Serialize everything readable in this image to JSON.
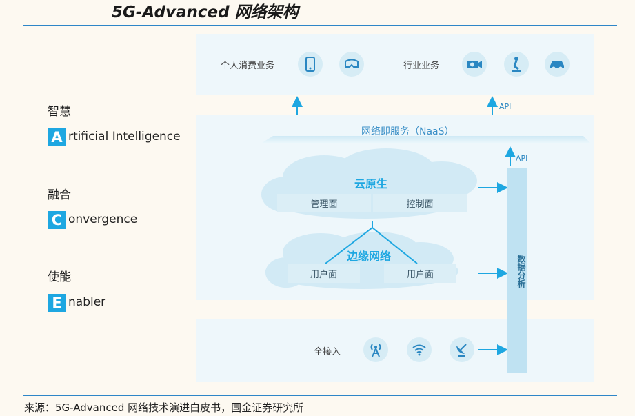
{
  "title": "5G-Advanced 网络架构",
  "pillars": [
    {
      "cn": "智慧",
      "letter": "A",
      "rest": "rtificial Intelligence"
    },
    {
      "cn": "融合",
      "letter": "C",
      "rest": "onvergence"
    },
    {
      "cn": "使能",
      "letter": "E",
      "rest": "nabler"
    }
  ],
  "services": {
    "consumer_label": "个人消费业务",
    "consumer_icons": [
      "phone-icon",
      "vr-headset-icon"
    ],
    "industry_label": "行业业务",
    "industry_icons": [
      "camera-icon",
      "robot-arm-icon",
      "car-icon"
    ]
  },
  "api_label": "API",
  "naas_label": "网络即服务（NaaS）",
  "cloud_native": {
    "title": "云原生",
    "cells": [
      "管理面",
      "控制面"
    ]
  },
  "edge_network": {
    "title": "边缘网络",
    "cells": [
      "用户面",
      "用户面"
    ]
  },
  "data_analysis": "数据分析",
  "access": {
    "label": "全接入",
    "icons": [
      "antenna-tower-icon",
      "wifi-icon",
      "satellite-dish-icon"
    ]
  },
  "source": "来源：5G-Advanced 网络技术演进白皮书，国金证券研究所",
  "colors": {
    "accent": "#1ea7e1",
    "panel": "#eef7fb",
    "cell": "#dbeef6",
    "arrow": "#1ea7e1"
  }
}
